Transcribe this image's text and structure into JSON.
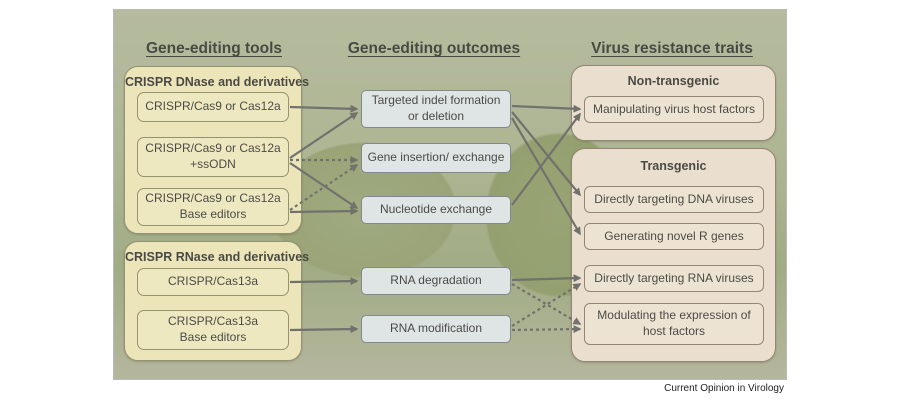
{
  "headings": {
    "tools": "Gene-editing tools",
    "outcomes": "Gene-editing outcomes",
    "traits": "Virus resistance traits"
  },
  "tools": {
    "dnase": {
      "title": "CRISPR DNase and derivatives",
      "items": [
        {
          "line1": "CRISPR/Cas9 or Cas12a",
          "line2": ""
        },
        {
          "line1": "CRISPR/Cas9 or Cas12a",
          "line2": "+ssODN"
        },
        {
          "line1": "CRISPR/Cas9 or Cas12a",
          "line2": "Base editors"
        }
      ]
    },
    "rnase": {
      "title": "CRISPR RNase and derivatives",
      "items": [
        {
          "line1": "CRISPR/Cas13a",
          "line2": ""
        },
        {
          "line1": "CRISPR/Cas13a",
          "line2": "Base editors"
        }
      ]
    }
  },
  "outcomes": [
    {
      "line1": "Targeted indel formation",
      "line2": "or deletion"
    },
    {
      "line1": "Gene insertion/ exchange",
      "line2": ""
    },
    {
      "line1": "Nucleotide exchange",
      "line2": ""
    },
    {
      "line1": "RNA degradation",
      "line2": ""
    },
    {
      "line1": "RNA modification",
      "line2": ""
    }
  ],
  "traits": {
    "non_transgenic": {
      "title": "Non-transgenic",
      "items": [
        {
          "line1": "Manipulating virus host factors",
          "line2": ""
        }
      ]
    },
    "transgenic": {
      "title": "Transgenic",
      "items": [
        {
          "line1": "Directly targeting DNA viruses",
          "line2": ""
        },
        {
          "line1": "Generating novel R genes",
          "line2": ""
        },
        {
          "line1": "Directly targeting RNA viruses",
          "line2": ""
        },
        {
          "line1": "Modulating the expression of",
          "line2": "host factors"
        }
      ]
    }
  },
  "credit": "Current Opinion in Virology",
  "colors": {
    "tool_fill": "#f4e9b6",
    "outcome_fill": "#e2e9f2",
    "trait_fill": "#f2e1d2",
    "arrow": "#4a4a4a"
  }
}
